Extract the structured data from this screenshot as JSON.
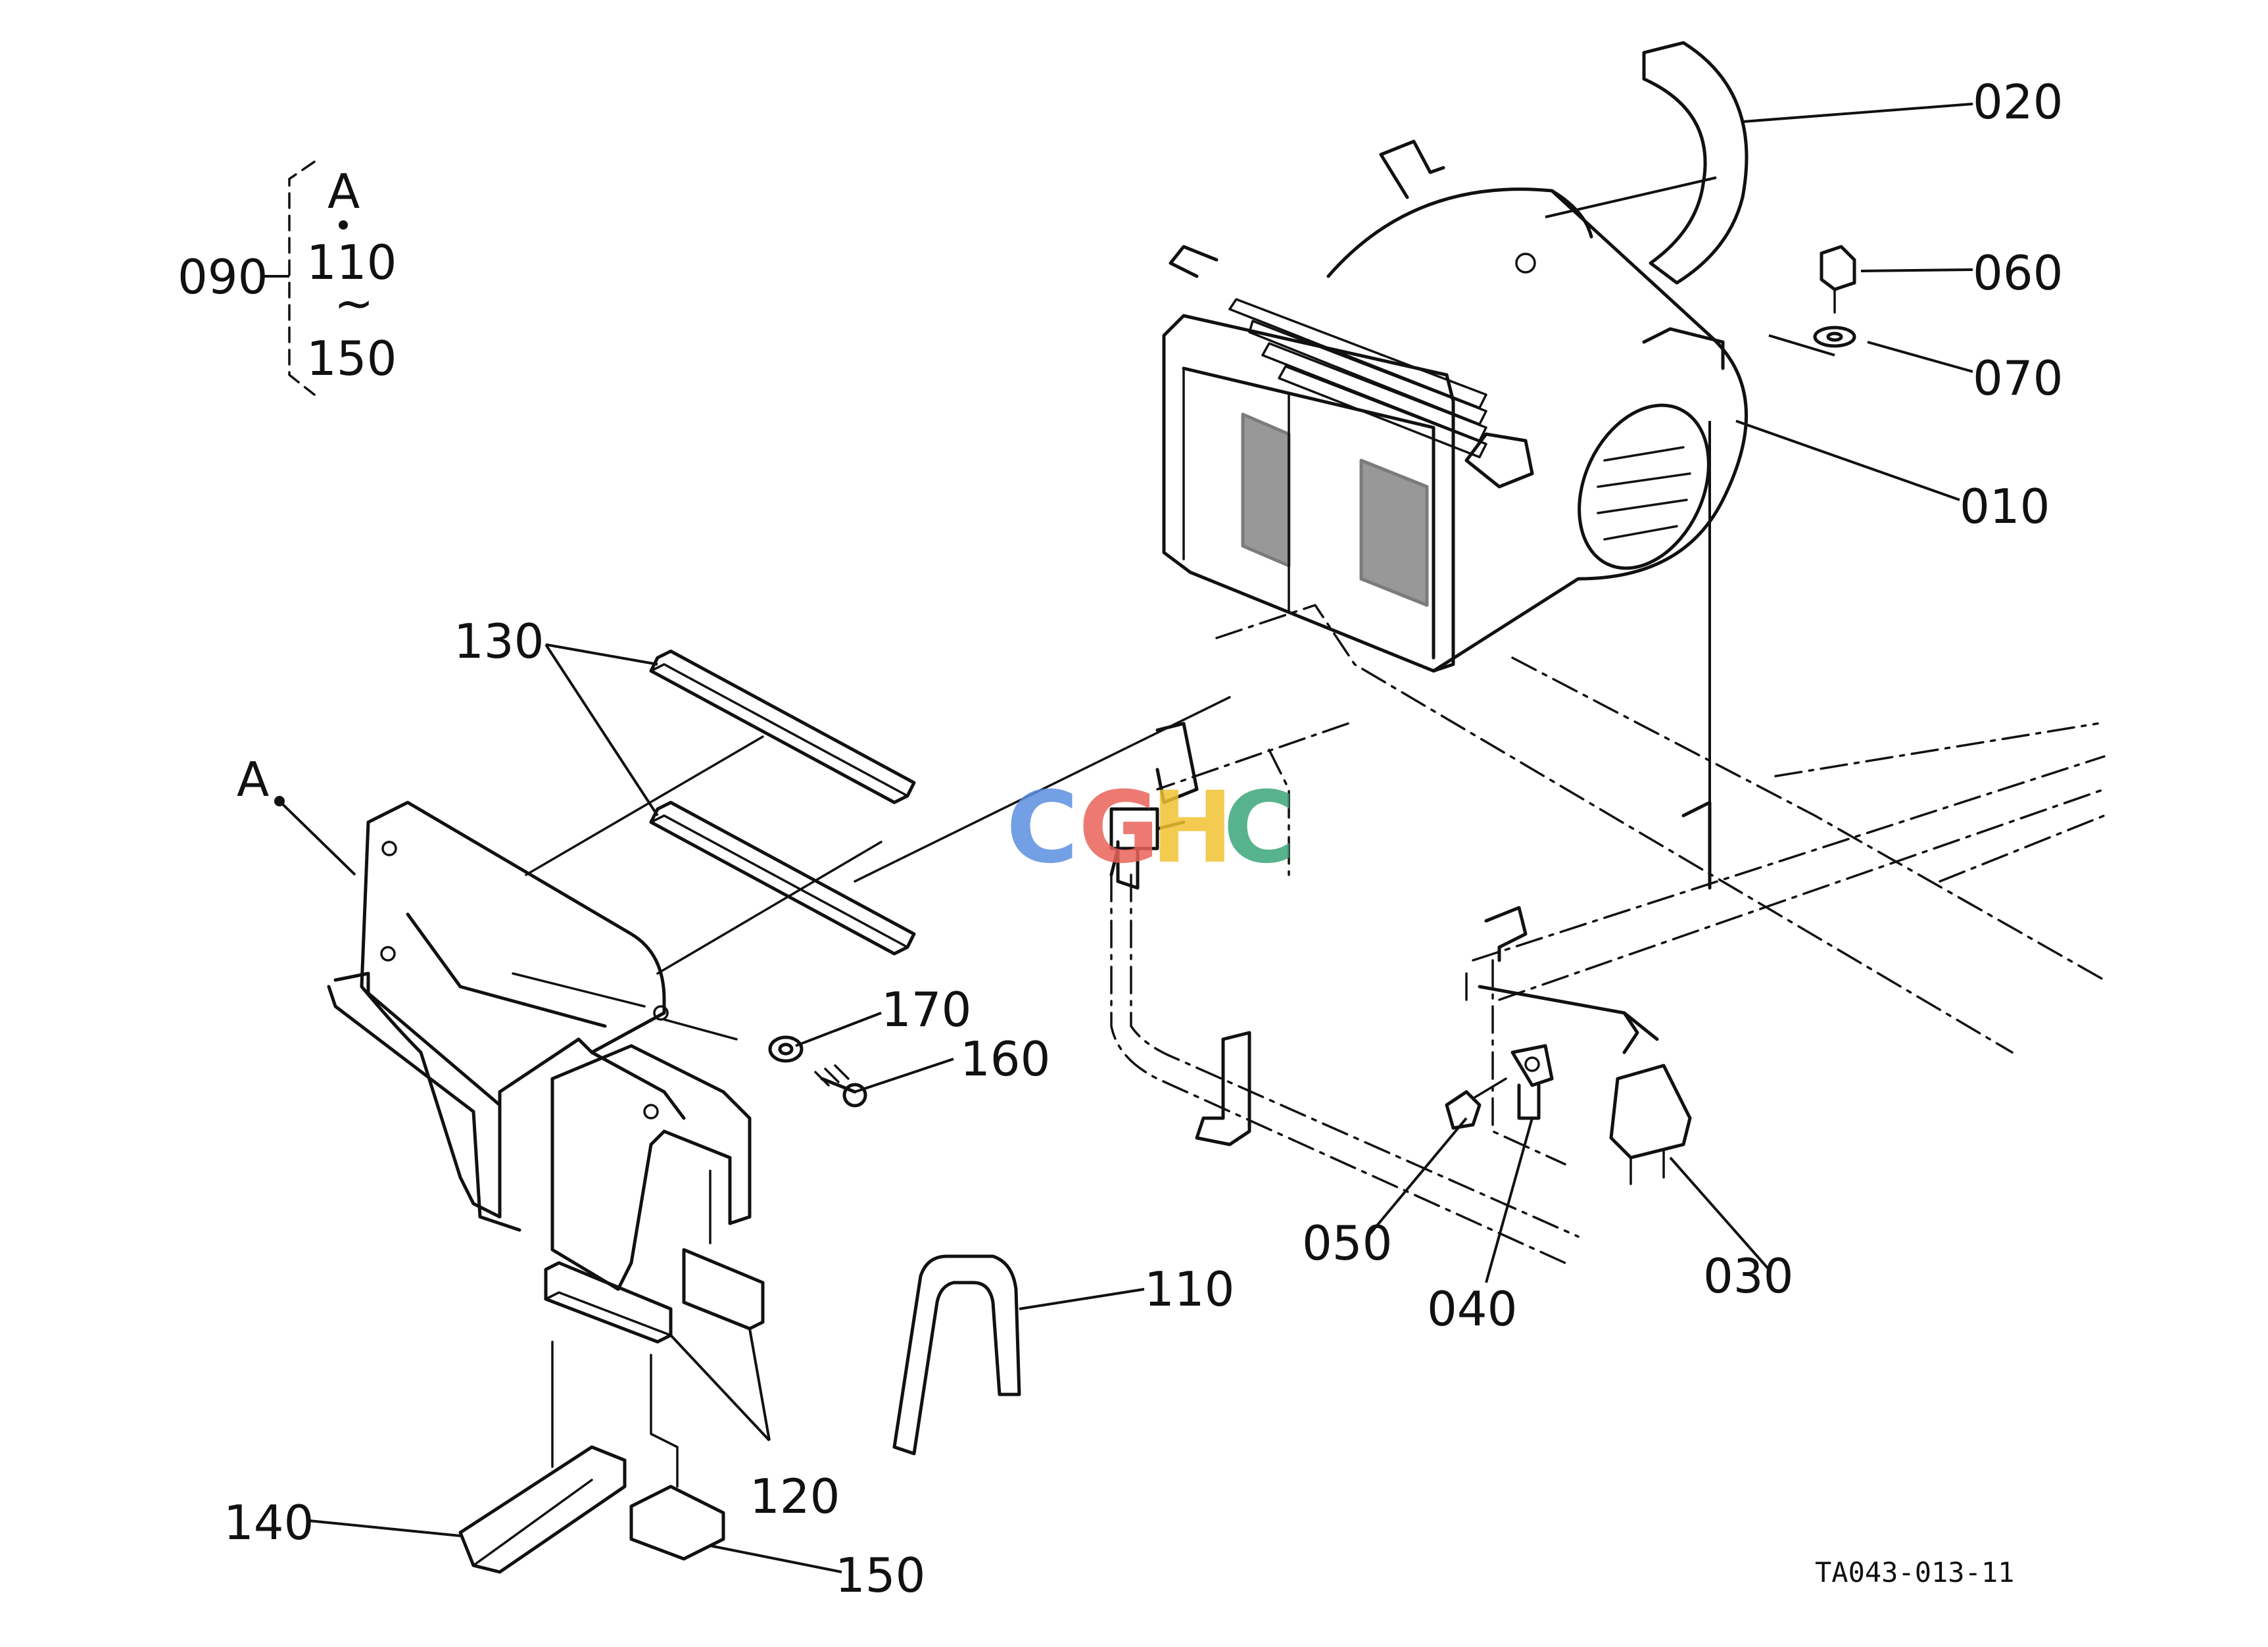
{
  "group_bracket": {
    "part": "090",
    "top_ref": "A",
    "range_start": "110",
    "tilde": "~",
    "range_end": "150"
  },
  "reference_A": "A",
  "callouts": [
    "010",
    "020",
    "030",
    "040",
    "050",
    "060",
    "070",
    "110",
    "120",
    "130",
    "140",
    "150",
    "160",
    "170"
  ],
  "drawing_code": "TA043-013-11",
  "watermark": {
    "letters": [
      "C",
      "G",
      "H",
      "C"
    ],
    "colors": [
      "#5b8fe0",
      "#e9635a",
      "#f1c232",
      "#3aa67a"
    ]
  }
}
